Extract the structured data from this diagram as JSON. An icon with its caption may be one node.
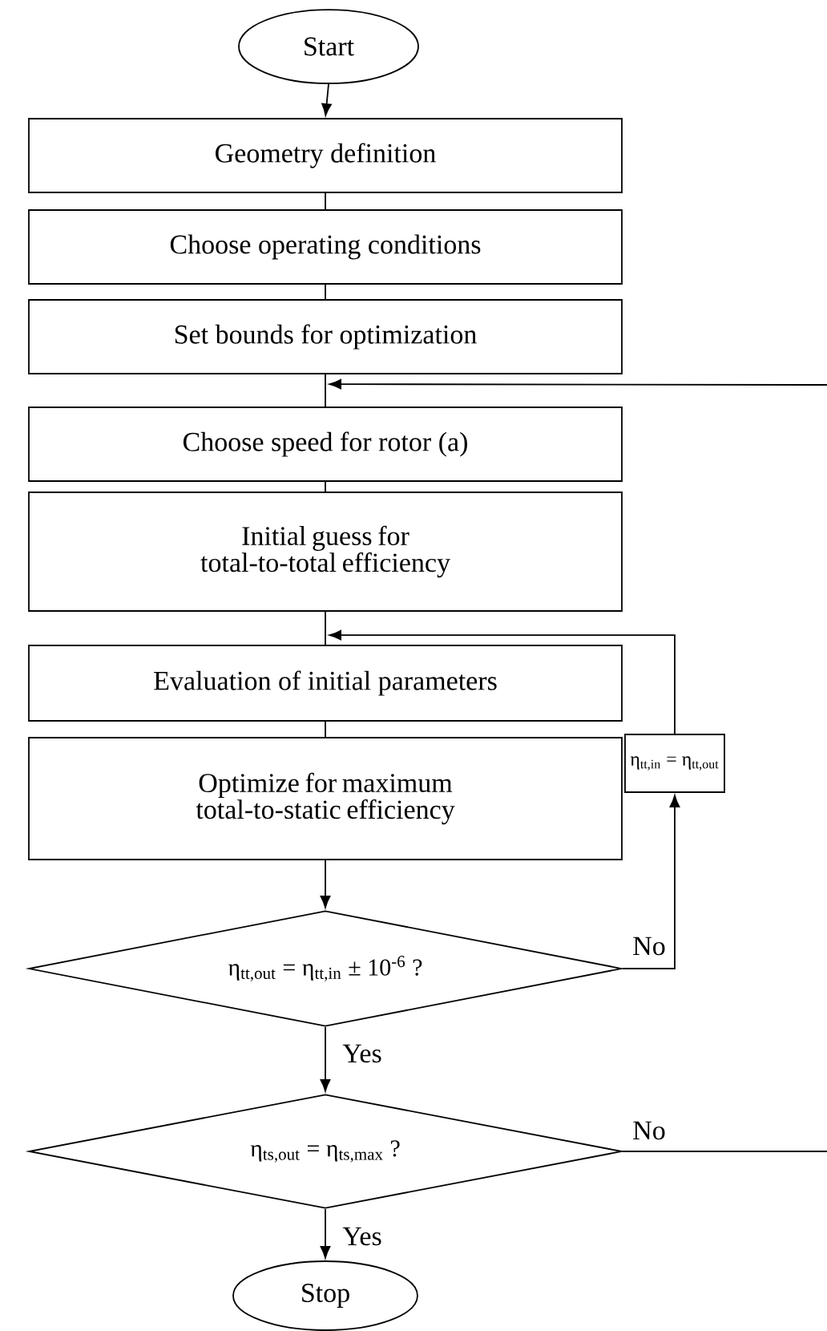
{
  "diagram": {
    "nodes": [
      {
        "text": [
          "Start"
        ]
      },
      {
        "text": [
          "Geometry definition"
        ]
      },
      {
        "text": [
          "Choose operating conditions"
        ]
      },
      {
        "text": [
          "Set bounds for optimization"
        ]
      },
      {
        "text": [
          "Choose speed for rotor (a)"
        ]
      },
      {
        "text": [
          "Initial guess for total-to-total efficiency"
        ]
      },
      {
        "text": [
          "Evaluation of initial parameters"
        ]
      },
      {
        "text": [
          "Optimize for maximum total-to-static efficiency"
        ]
      },
      {
        "text": [
          "η$_{tt,in}$ = η$_{tt,out}$"
        ]
      },
      {
        "text": [
          "η$_{tt,out}$ = η$_{tt,in}$ ± 10$^{-6}$ ?"
        ]
      },
      {
        "text": [
          "η$_{ts,out}$ = η$_{ts,max}$ ?"
        ]
      },
      {
        "text": [
          "Stop"
        ]
      }
    ],
    "edges": [
      {
        "from": 0,
        "to": 1,
        "arrow": "to"
      },
      {
        "from": 1,
        "to": 2,
        "arrow": "none"
      },
      {
        "from": 2,
        "to": 3,
        "arrow": "none"
      },
      {
        "from": 3,
        "to": 4,
        "arrow": "none"
      },
      {
        "from": null,
        "to": 4,
        "arrow": "to"
      },
      {
        "from": 4,
        "to": 5,
        "arrow": "none"
      },
      {
        "from": 5,
        "to": 6,
        "arrow": "none"
      },
      {
        "from": 8,
        "to": 6,
        "arrow": "to"
      },
      {
        "from": 6,
        "to": 7,
        "arrow": "none"
      },
      {
        "from": 7,
        "to": 9,
        "arrow": "to"
      },
      {
        "from": 9,
        "to": 8,
        "arrow": "to",
        "label": "No"
      },
      {
        "from": 9,
        "to": 10,
        "arrow": "to",
        "label": "Yes"
      },
      {
        "from": 10,
        "to": 11,
        "arrow": "to",
        "label": "Yes"
      },
      {
        "from": 10,
        "to": null,
        "arrow": "none",
        "label": "No"
      }
    ]
  }
}
